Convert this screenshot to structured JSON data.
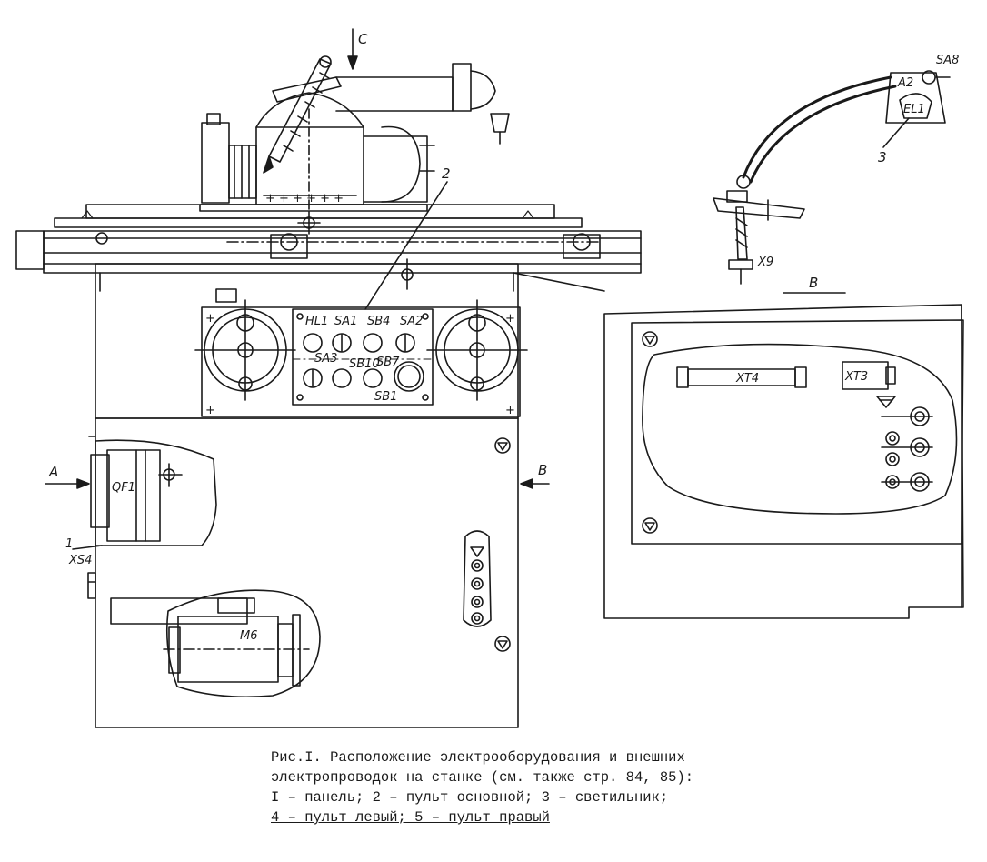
{
  "labels": {
    "view_c": "C",
    "callout_2": "2",
    "callout_3": "3",
    "a2": "A2",
    "sa8": "SA8",
    "el1": "EL1",
    "x9": "X9",
    "view_b_title": "B",
    "hl1": "HL1",
    "sa1": "SA1",
    "sb4": "SB4",
    "sa2": "SA2",
    "sa3": "SA3",
    "sb10": "SB10",
    "sb7": "SB7",
    "sb1": "SB1",
    "arrow_a": "A",
    "arrow_b": "B",
    "qf1": "QF1",
    "callout_1": "1",
    "xs4": "XS4",
    "m6": "M6",
    "xt4": "XT4",
    "xt3": "XT3"
  },
  "caption": {
    "line1": "Рис.I. Расположение электрооборудования и внешних",
    "line2": "электропроводок на станке (см. также стр. 84, 85):",
    "line3": "I – панель; 2 – пульт основной; 3 – светильник;",
    "line4": "4 – пульт левый; 5 – пульт правый"
  }
}
